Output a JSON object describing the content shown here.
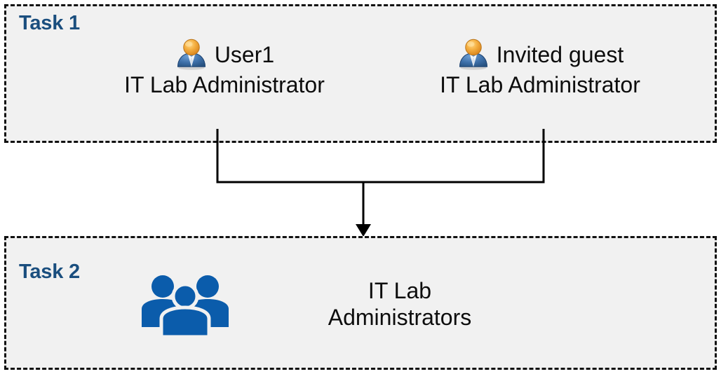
{
  "diagram": {
    "title_hidden": "",
    "colors": {
      "box_fill": "#F1F1F1",
      "box_border": "#111111",
      "task_label": "#1A4E7E",
      "body_text": "#0D0D0D",
      "group_icon": "#0B5CAB",
      "connector": "#000000",
      "page_background": "#FFFFFF"
    }
  },
  "task1": {
    "label": "Task 1",
    "people": [
      {
        "icon": "user-icon",
        "name": "User1",
        "role": "IT Lab Administrator"
      },
      {
        "icon": "user-icon",
        "name": "Invited guest",
        "role": "IT Lab Administrator"
      }
    ]
  },
  "task2": {
    "label": "Task 2",
    "group": {
      "icon": "group-of-people-icon",
      "name_line1": "IT Lab",
      "name_line2": "Administrators"
    }
  },
  "connector": {
    "type": "merge-arrow",
    "description": "Both Task 1 people merge into a single downward arrow pointing at Task 2",
    "arrow_head": "down-arrow-icon"
  }
}
